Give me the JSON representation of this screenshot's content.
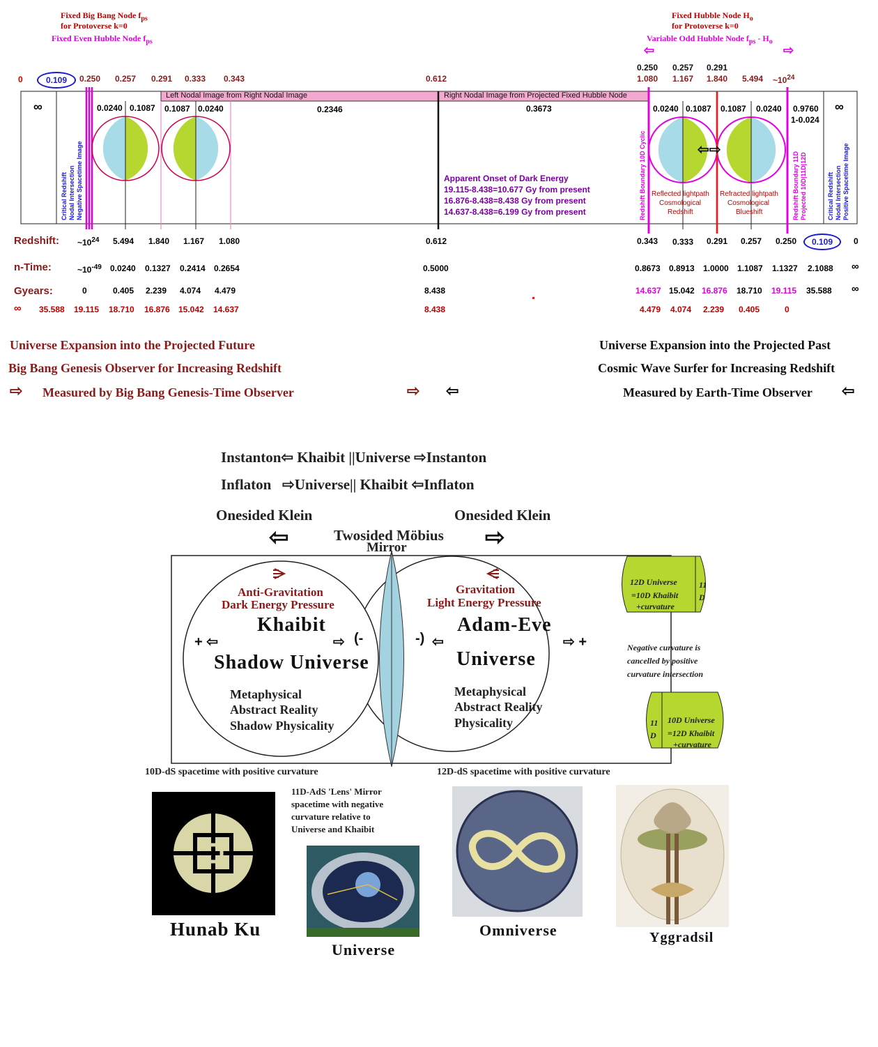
{
  "top_labels": {
    "fixed_big_bang": "Fixed Big Bang Node f",
    "fixed_big_bang_sub": "ps",
    "for_protoverse_left": "for Protoverse k=0",
    "fixed_even_hubble": "Fixed Even Hubble Node f",
    "fixed_even_hubble_sub": "ps",
    "fixed_hubble": "Fixed Hubble Node H",
    "fixed_hubble_sub": "o",
    "for_protoverse_right": "for Protoverse k=0",
    "variable_odd": "Variable Odd Hubble Node  f",
    "variable_odd_sub1": "ps",
    "variable_odd_mid": " - H",
    "variable_odd_sub2": "o"
  },
  "scale_top": {
    "v0": "0",
    "v109": "0.109",
    "v250": "0.250",
    "v257": "0.257",
    "v291": "0.291",
    "v333": "0.333",
    "v343": "0.343",
    "v612": "0.612",
    "r250": "0.250",
    "r257": "0.257",
    "r291": "0.291",
    "r1080": "1.080",
    "r1167": "1.167",
    "r1840": "1.840",
    "r5494": "5.494",
    "r10": "~10",
    "r24": "24"
  },
  "box": {
    "inf_left": "∞",
    "inf_right": "∞",
    "left_image": "Left Nodal Image from Right Nodal Image",
    "right_image": "Right Nodal Image from Projected Fixed Hubble Node",
    "l_a": "0.0240",
    "l_b": "0.1087",
    "l_c": "0.1087",
    "l_d": "0.0240",
    "l_e": "0.2346",
    "mid": "0.3673",
    "r_a": "0.0240",
    "r_b": "0.1087",
    "r_c": "0.1087",
    "r_d": "0.0240",
    "r_e": "0.9760",
    "r_f": "1-0.024",
    "dark1": "Apparent Onset of Dark Energy",
    "dark2": "19.115-8.438=10.677 Gy from present",
    "dark3": "16.876-8.438=8.438 Gy from present",
    "dark4": "14.637-8.438=6.199 Gy from present",
    "refl1": "Reflected lightpath",
    "refl2": "Cosmological",
    "refl3": "Redshift",
    "refr1": "Refracted lightpath",
    "refr2": "Cosmological",
    "refr3": "Blueshift",
    "v_left1": "Critical Redshift",
    "v_left2": "Nodal Intersection",
    "v_left3": "Negative Spacetime Image",
    "v_red10": "Redshift Boundary 10D Cyclic",
    "v_red11a": "Redshift Boundary 11D",
    "v_red11b": "Projected 10D|11D|12D",
    "v_right1": "Critical Redshift",
    "v_right2": "Nodal Intersection",
    "v_right3": "Positive Spacetime Image"
  },
  "rows": {
    "redshift_label": "Redshift:",
    "redshift": [
      "~10",
      "5.494",
      "1.840",
      "1.167",
      "1.080",
      "0.612",
      "0.343",
      "0.333",
      "0.291",
      "0.257",
      "0.250",
      "0.109",
      "0"
    ],
    "redshift_sup": "24",
    "ntime_label": "n-Time:",
    "ntime": [
      "~10",
      "0.0240",
      "0.1327",
      "0.2414",
      "0.2654",
      "0.5000",
      "0.8673",
      "0.8913",
      "1.0000",
      "1.1087",
      "1.1327",
      "2.1088",
      "∞"
    ],
    "ntime_sup": "-49",
    "gyears_label": "Gyears:",
    "gyears": [
      "0",
      "0.405",
      "2.239",
      "4.074",
      "4.479",
      "8.438",
      "14.637",
      "15.042",
      "16.876",
      "18.710",
      "19.115",
      "35.588",
      "∞"
    ],
    "row4": [
      "∞",
      "35.588",
      "19.115",
      "18.710",
      "16.876",
      "15.042",
      "14.637",
      "8.438",
      "4.479",
      "4.074",
      "2.239",
      "0.405",
      "0"
    ]
  },
  "headings": {
    "h1l": "Universe Expansion into the Projected Future",
    "h2l": "Big Bang Genesis Observer for Increasing Redshift",
    "h3l": "Measured by Big Bang Genesis-Time Observer",
    "h1r": "Universe Expansion into the Projected Past",
    "h2r": "Cosmic Wave Surfer for Increasing Redshift",
    "h3r": "Measured by Earth-Time Observer"
  },
  "lower": {
    "l1a": "Instanton",
    "l1b": " Khaibit  ||Universe ",
    "l1c": "Instanton",
    "l2a": "Inflaton",
    "l2b": "Universe|| Khaibit ",
    "l2c": "Inflaton",
    "klein_l": "Onesided Klein",
    "klein_r": "Onesided Klein",
    "mobius": "Twosided Möbius",
    "mirror": "Mirror",
    "ag1": "Anti-Gravitation",
    "ag2": "Dark Energy Pressure",
    "g1": "Gravitation",
    "g2": "Light Energy Pressure",
    "khaibit": "Khaibit",
    "shadow": "Shadow Universe",
    "adam": "Adam-Eve",
    "universe": "Universe",
    "m1": "Metaphysical",
    "m2": "Abstract Reality",
    "m3": "Shadow Physicality",
    "n1": "Metaphysical",
    "n2": "Abstract Reality",
    "n3": "Physicality",
    "plus": "+",
    "minus": "-",
    "c12a": "12D Universe",
    "c12b": "=10D Khaibit",
    "c12c": "+curvature",
    "c11": "11",
    "c11d": "D",
    "neg1": "Negative curvature is",
    "neg2": "cancelled by positive",
    "neg3": "curvature intersection",
    "c10a": "10D Universe",
    "c10b": "=12D Khaibit",
    "c10c": "+curvature",
    "c11b": "11",
    "c11bd": "D",
    "ds10": "10D-dS spacetime with positive curvature",
    "ds12": "12D-dS spacetime with positive curvature",
    "ads1": "11D-AdS 'Lens' Mirror",
    "ads2": "spacetime with negative",
    "ads3": "curvature relative to",
    "ads4": "Universe and Khaibit",
    "cap_hunab": "Hunab Ku",
    "cap_universe": "Universe",
    "cap_omni": "Omniverse",
    "cap_ygg": "Yggradsil"
  },
  "colors": {
    "node_blue": "#a8dbe8",
    "node_green": "#b6d730",
    "magenta": "#e000e0",
    "pink_band": "#f3a8cf",
    "lens": "#a3d2e0"
  }
}
